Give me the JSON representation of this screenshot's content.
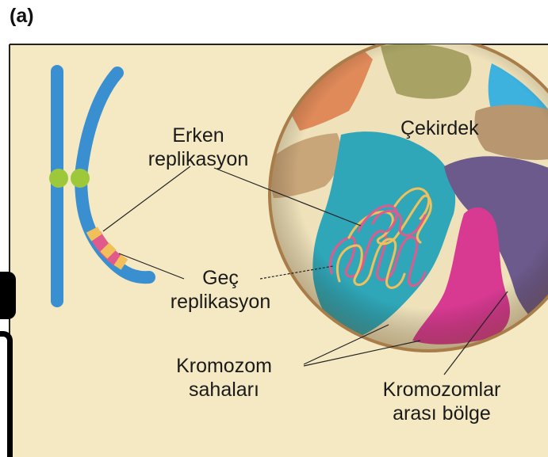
{
  "panel_label": "(a)",
  "labels": {
    "early_line1": "Erken",
    "early_line2": "replikasyon",
    "nucleus": "Çekirdek",
    "late_line1": "Geç",
    "late_line2": "replikasyon",
    "territories_line1": "Kromozom",
    "territories_line2": "sahaları",
    "interchromosomal_line1": "Kromozomlar",
    "interchromosomal_line2": "arası bölge"
  },
  "colors": {
    "background": "#f5e9c4",
    "chromosome": "#3a8fd0",
    "centromere": "#9cc83a",
    "early_band": "#f2c05a",
    "late_band": "#e05a8c",
    "nucleus_fill": "#efe2bb",
    "nucleus_rim": "#a97d4a",
    "teal_territory": "#2fa7b8",
    "magenta_territory": "#d83a92",
    "purple_territory": "#6d5a8c",
    "orange_territory": "#e08a5a",
    "olive_territory": "#a8a264",
    "tan_territory": "#c9a67a",
    "cyan_territory": "#3db2df"
  }
}
